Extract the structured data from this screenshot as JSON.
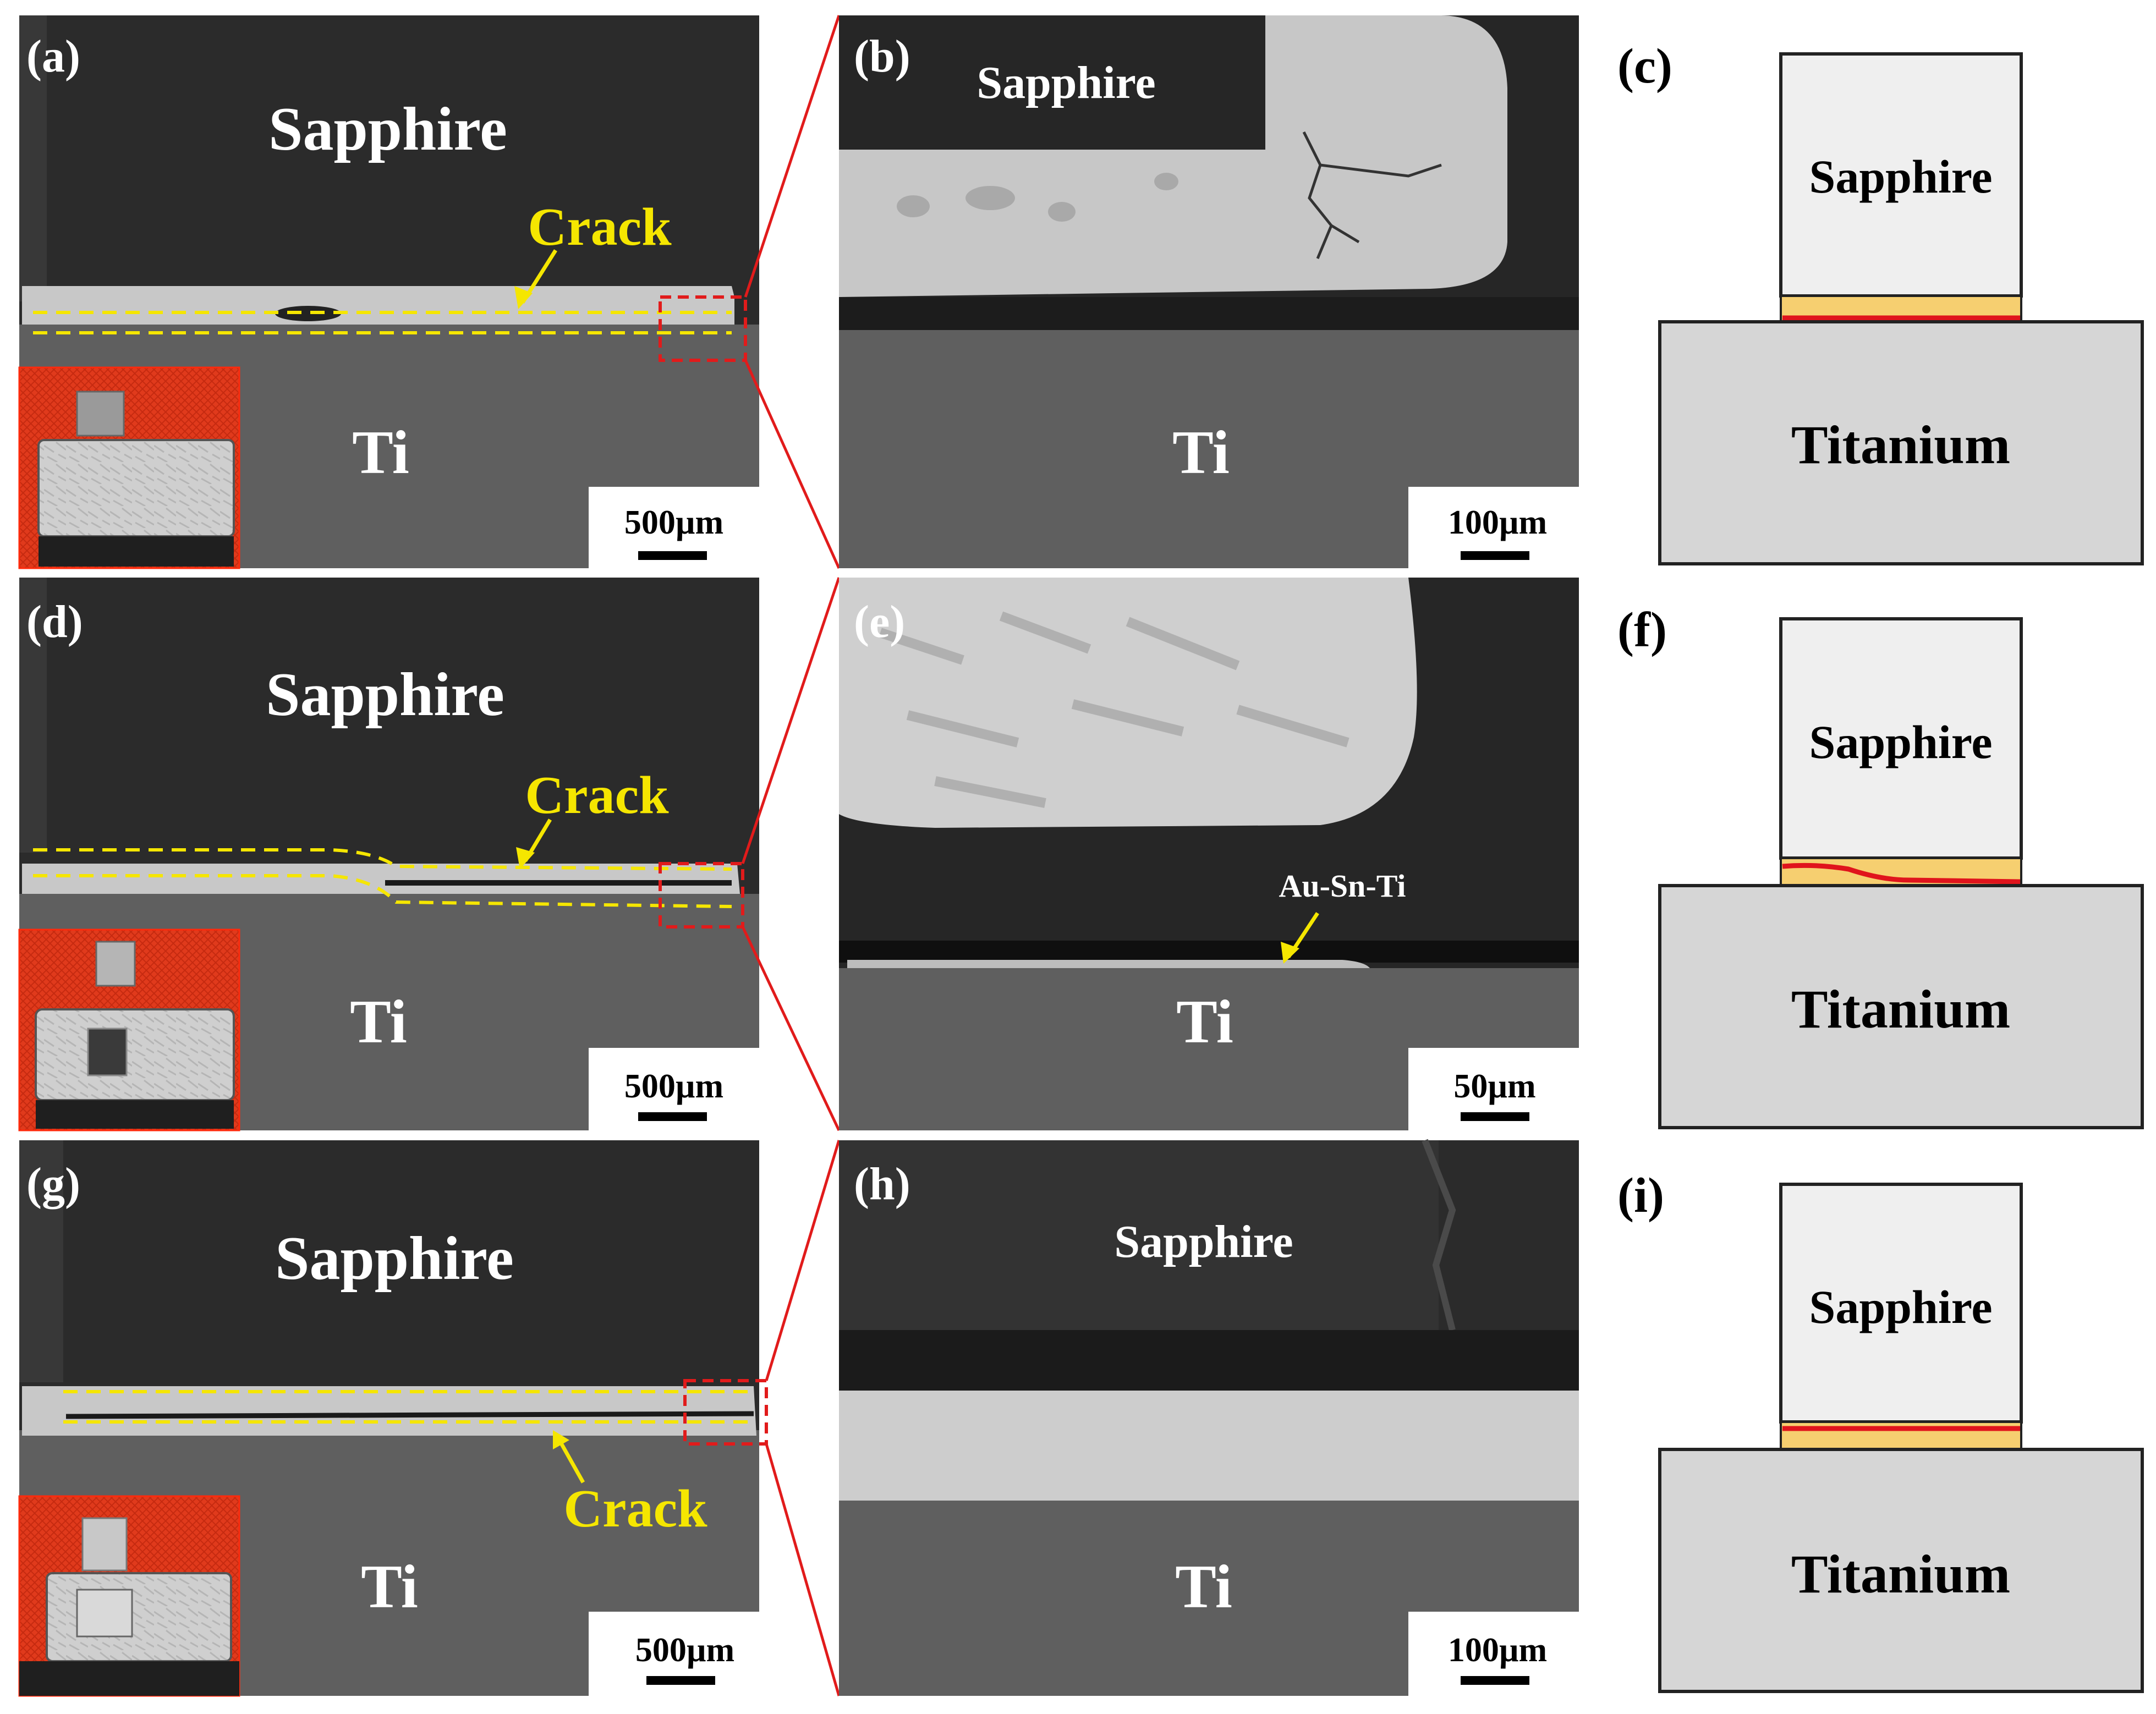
{
  "rows": [
    {
      "sem_overview": {
        "panel_label": "(a)",
        "top_label": "Sapphire",
        "bottom_label": "Ti",
        "crack_label": "Crack",
        "scale_bar": "500µm"
      },
      "sem_detail": {
        "panel_label": "(b)",
        "top_label": "Sapphire",
        "bottom_label": "Ti",
        "scale_bar": "100µm"
      },
      "schematic": {
        "panel_label": "(c)",
        "top_label": "Sapphire",
        "bottom_label": "Titanium"
      }
    },
    {
      "sem_overview": {
        "panel_label": "(d)",
        "top_label": "Sapphire",
        "bottom_label": "Ti",
        "crack_label": "Crack",
        "scale_bar": "500µm"
      },
      "sem_detail": {
        "panel_label": "(e)",
        "bottom_label": "Ti",
        "phase_label": "Au-Sn-Ti",
        "scale_bar": "50µm"
      },
      "schematic": {
        "panel_label": "(f)",
        "top_label": "Sapphire",
        "bottom_label": "Titanium"
      }
    },
    {
      "sem_overview": {
        "panel_label": "(g)",
        "top_label": "Sapphire",
        "bottom_label": "Ti",
        "crack_label": "Crack",
        "scale_bar": "500µm"
      },
      "sem_detail": {
        "panel_label": "(h)",
        "top_label": "Sapphire",
        "bottom_label": "Ti",
        "scale_bar": "100µm"
      },
      "schematic": {
        "panel_label": "(i)",
        "top_label": "Sapphire",
        "bottom_label": "Titanium"
      }
    }
  ],
  "colors": {
    "sem_dark": "#2b2b2b",
    "sem_titanium": "#5f5f5f",
    "sem_braze": "#c8c8c8",
    "annotation_yellow": "#f5e600",
    "zoom_line_red": "#e11b1b",
    "photo_background_red": "#e03a1c",
    "schematic_sapphire": "#efefef",
    "schematic_titanium": "#d6d6d6",
    "schematic_filler": "#f6cf70",
    "schematic_crack": "#e0141c"
  }
}
